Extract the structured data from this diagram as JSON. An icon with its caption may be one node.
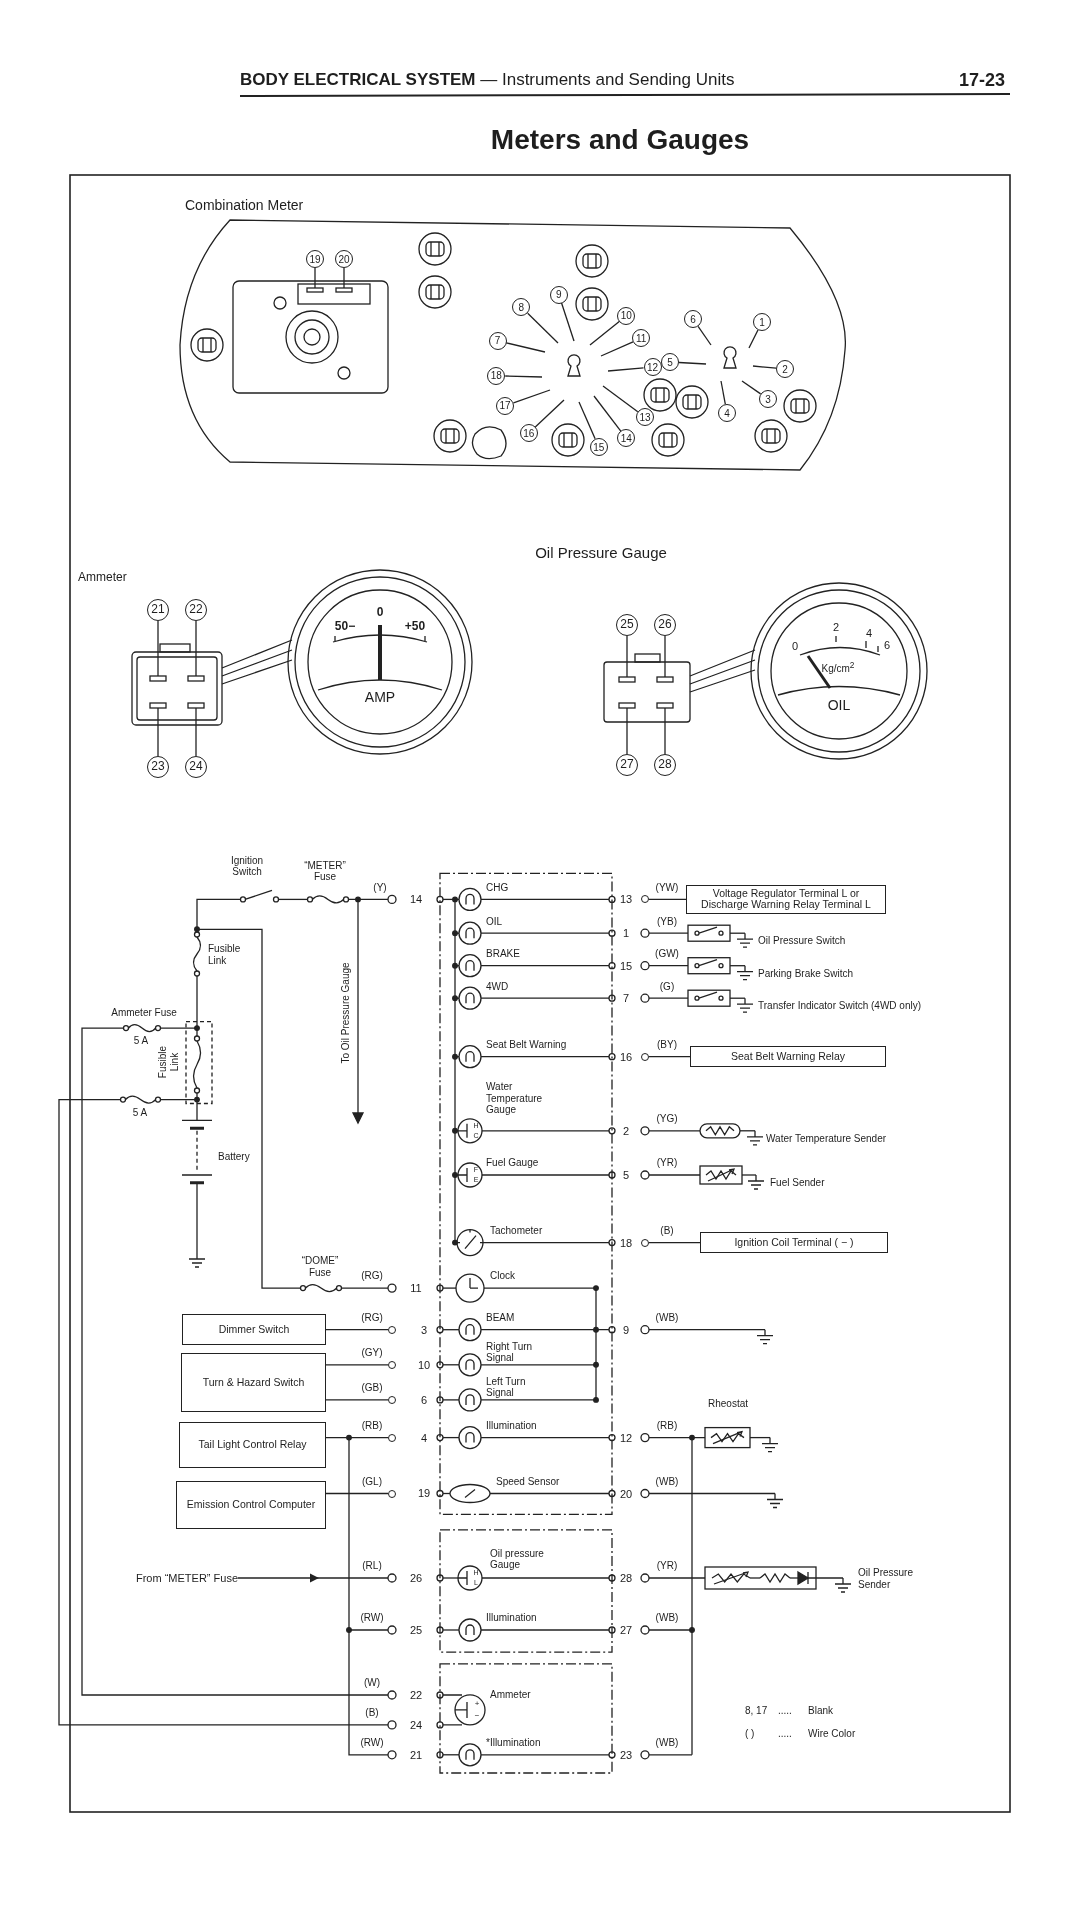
{
  "diagram": {
    "title": "Meters and Gauges",
    "nodes": [
      {
        "text": [
          "1"
        ]
      },
      {
        "text": [
          "2"
        ]
      },
      {
        "text": [
          "3"
        ]
      },
      {
        "text": [
          "4"
        ]
      },
      {
        "text": [
          "5"
        ]
      },
      {
        "text": [
          "6"
        ]
      },
      {
        "text": [
          "7"
        ]
      },
      {
        "text": [
          "8"
        ]
      },
      {
        "text": [
          "9"
        ]
      },
      {
        "text": [
          "10"
        ]
      },
      {
        "text": [
          "11"
        ]
      },
      {
        "text": [
          "12"
        ]
      },
      {
        "text": [
          "13"
        ]
      },
      {
        "text": [
          "14"
        ]
      },
      {
        "text": [
          "15"
        ]
      },
      {
        "text": [
          "16"
        ]
      },
      {
        "text": [
          "17"
        ]
      },
      {
        "text": [
          "18"
        ]
      },
      {
        "text": [
          "19"
        ]
      },
      {
        "text": [
          "20"
        ]
      },
      {
        "text": [
          "21"
        ]
      },
      {
        "text": [
          "22"
        ]
      },
      {
        "text": [
          "25"
        ]
      },
      {
        "text": [
          "26"
        ]
      },
      {
        "text": [
          "23"
        ]
      },
      {
        "text": [
          "24"
        ]
      },
      {
        "text": [
          "27"
        ]
      },
      {
        "text": [
          "28"
        ]
      },
      {
        "text": [
          "Voltage Regulator Terminal L or Discharge Warning Relay Terminal L"
        ]
      },
      {
        "text": [
          "Seat Belt Warning Relay"
        ]
      },
      {
        "text": [
          "Ignition Coil Terminal ( − )"
        ]
      },
      {
        "text": [
          "Dimmer Switch"
        ]
      },
      {
        "text": [
          "Turn & Hazard Switch"
        ]
      },
      {
        "text": [
          "Tail Light Control Relay"
        ]
      },
      {
        "text": [
          "Emission Control Computer"
        ]
      },
      {
        "text": [
          "From “METER” Fuse"
        ]
      },
      {
        "text": [
          "13"
        ]
      },
      {
        "text": [
          "16"
        ]
      },
      {
        "text": [
          "18"
        ]
      },
      {
        "text": [
          "3"
        ]
      },
      {
        "text": [
          "10"
        ]
      },
      {
        "text": [
          "6"
        ]
      },
      {
        "text": [
          "4"
        ]
      },
      {
        "text": [
          "19"
        ]
      }
    ],
    "edges": [
      {
        "from": 0,
        "to": null,
        "arrow": "none"
      },
      {
        "from": 1,
        "to": null,
        "arrow": "none"
      },
      {
        "from": 2,
        "to": null,
        "arrow": "none"
      },
      {
        "from": 3,
        "to": null,
        "arrow": "none"
      },
      {
        "from": 4,
        "to": null,
        "arrow": "none"
      },
      {
        "from": 5,
        "to": null,
        "arrow": "none"
      },
      {
        "from": 6,
        "to": null,
        "arrow": "none"
      },
      {
        "from": 7,
        "to": null,
        "arrow": "none"
      },
      {
        "from": 8,
        "to": null,
        "arrow": "none"
      },
      {
        "from": 9,
        "to": null,
        "arrow": "none"
      },
      {
        "from": 10,
        "to": null,
        "arrow": "none"
      },
      {
        "from": 11,
        "to": null,
        "arrow": "none"
      },
      {
        "from": 12,
        "to": null,
        "arrow": "none"
      },
      {
        "from": 13,
        "to": null,
        "arrow": "none"
      },
      {
        "from": 14,
        "to": null,
        "arrow": "none"
      },
      {
        "from": 15,
        "to": null,
        "arrow": "none"
      },
      {
        "from": 16,
        "to": null,
        "arrow": "none"
      },
      {
        "from": 17,
        "to": null,
        "arrow": "none"
      },
      {
        "from": 18,
        "to": null,
        "arrow": "none"
      },
      {
        "from": 19,
        "to": null,
        "arrow": "none"
      },
      {
        "from": 20,
        "to": null,
        "arrow": "none"
      },
      {
        "from": 21,
        "to": null,
        "arrow": "none"
      },
      {
        "from": 22,
        "to": null,
        "arrow": "none"
      },
      {
        "from": 23,
        "to": null,
        "arrow": "none"
      },
      {
        "from": 24,
        "to": null,
        "arrow": "none"
      },
      {
        "from": 25,
        "to": null,
        "arrow": "none"
      },
      {
        "from": 26,
        "to": null,
        "arrow": "none"
      },
      {
        "from": 27,
        "to": null,
        "arrow": "none"
      },
      {
        "from": 36,
        "to": 28,
        "arrow": "none",
        "label": "(YW)"
      },
      {
        "from": 37,
        "to": 29,
        "arrow": "none",
        "label": "(BY)"
      },
      {
        "from": 38,
        "to": 30,
        "arrow": "none",
        "label": "(B)"
      },
      {
        "from": 31,
        "to": 39,
        "arrow": "none",
        "label": "(RG)"
      },
      {
        "from": 32,
        "to": 40,
        "arrow": "none",
        "label": "(GY)"
      },
      {
        "from": 32,
        "to": 41,
        "arrow": "none",
        "label": "(GB)"
      },
      {
        "from": 33,
        "to": 42,
        "arrow": "none",
        "label": "(RB)"
      },
      {
        "from": 34,
        "to": 43,
        "arrow": "none",
        "label": "(GL)"
      },
      {
        "from": 35,
        "to": null,
        "arrow": "to"
      }
    ],
    "labels": [
      "**BODY ELECTRICAL SYSTEM** — Instruments and Sending Units",
      "17-23",
      "Combination Meter",
      "Oil Pressure Gauge",
      "Ammeter",
      "50−",
      "0",
      "+50",
      "AMP",
      "0",
      "2",
      "4",
      "6",
      "Kg/cm$^{2}$",
      "OIL",
      "Ignition Switch",
      "“METER” Fuse",
      "(Y)",
      "14",
      "Fusible Link",
      "To Oil Pressure Gauge",
      "Ammeter Fuse",
      "5 A",
      "Fusible Link",
      "5 A",
      "Battery",
      "“DOME” Fuse",
      "(RG)",
      "11",
      "(RL)",
      "26",
      "(RW)",
      "25",
      "(W)",
      "22",
      "(B)",
      "24",
      "(RW)",
      "21",
      "CHG",
      "OIL",
      "BRAKE",
      "4WD",
      "Seat Belt Warning",
      "Water Temperature Gauge",
      "H",
      "C",
      "Fuel Gauge",
      "F",
      "E",
      "Tachometer",
      "Clock",
      "BEAM",
      "Right Turn Signal",
      "Left Turn Signal",
      "Illumination",
      "Speed Sensor",
      "Oil pressure Gauge",
      "H",
      "L",
      "Illumination",
      "Ammeter",
      "+",
      "−",
      "*Illumination",
      "1",
      "(YB)",
      "Oil Pressure Switch",
      "15",
      "(GW)",
      "Parking Brake Switch",
      "7",
      "(G)",
      "Transfer Indicator Switch (4WD only)",
      "2",
      "(YG)",
      "Water Temperature Sender",
      "5",
      "(YR)",
      "Fuel Sender",
      "9",
      "(WB)",
      "Rheostat",
      "12",
      "(RB)",
      "20",
      "(WB)",
      "28",
      "(YR)",
      "Oil Pressure Sender",
      "27",
      "(WB)",
      "8, 17",
      ".....",
      "Blank",
      "( )",
      ".....",
      "Wire Color",
      "23",
      "(WB)"
    ]
  }
}
